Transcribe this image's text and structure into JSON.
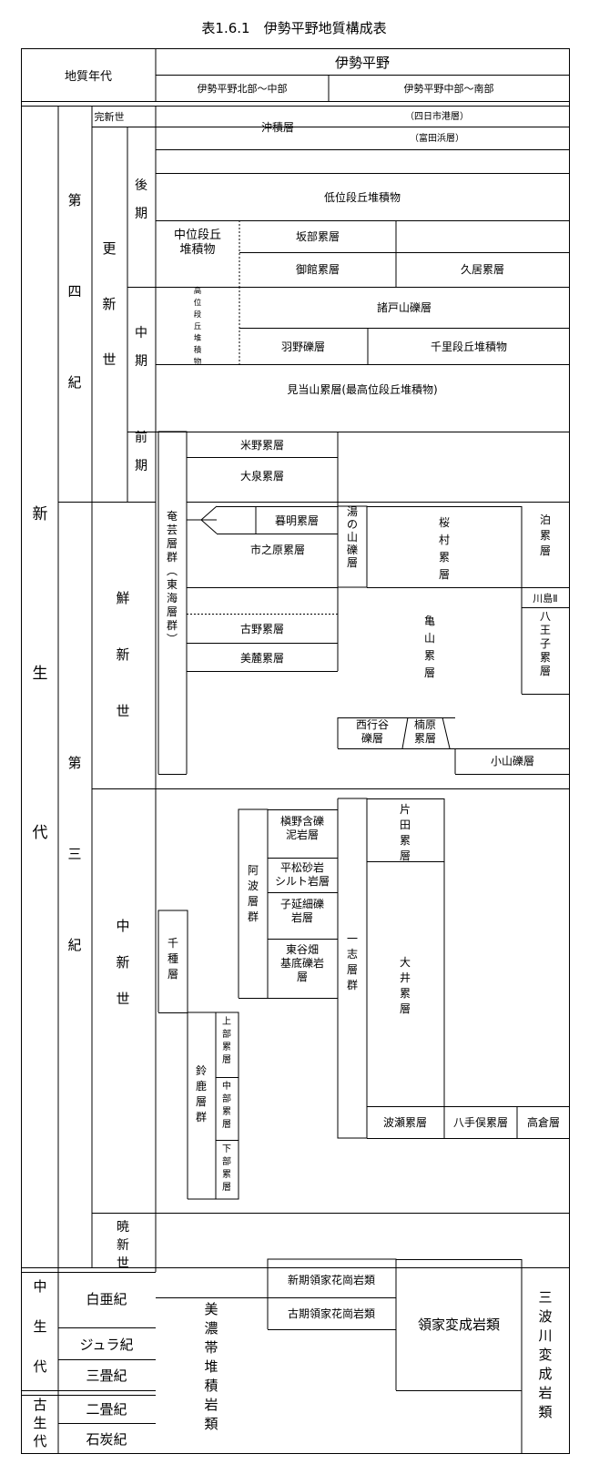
{
  "title": "表1.6.1　伊勢平野地質構成表",
  "header": {
    "era_column": "地質年代",
    "region": "伊勢平野",
    "sub_north": "伊勢平野北部～中部",
    "sub_south": "伊勢平野中部～南部"
  },
  "eras": {
    "cenozoic": "新生代",
    "mesozoic": "中生代",
    "paleozoic": "古生代"
  },
  "periods": {
    "quaternary": "第四紀",
    "tertiary": "第三紀",
    "cretaceous": "白亜紀",
    "jurassic": "ジュラ紀",
    "triassic": "三畳紀",
    "permian": "二畳紀",
    "carboniferous": "石炭紀"
  },
  "epochs": {
    "holocene": "完新世",
    "pleistocene": "更新世",
    "pliocene": "鮮新世",
    "miocene": "中新世",
    "oligocene": "暁新世"
  },
  "stages": {
    "late": "後期",
    "middle": "中期",
    "early": "前期"
  },
  "formations": {
    "alluvium": "沖積層",
    "yokkaichi_port": "（四日市港層）",
    "tomidahama": "（富田浜層）",
    "low_terrace": "低位段丘堆積物",
    "mid_terrace": "中位段丘堆積物",
    "sakabe": "坂部累層",
    "mitachi": "御館累層",
    "kuisu": "久居累層",
    "high_terrace": "高位段丘堆積物",
    "morodoyama": "諸戸山礫層",
    "hano": "羽野礫層",
    "chisato_terrace": "千里段丘堆積物",
    "mitoyama": "見当山累層(最高位段丘堆積物)",
    "yoneno": "米野累層",
    "oizumi": "大泉累層",
    "kuremyo": "暮明累層",
    "ichinohara": "市之原累層",
    "yunoyama": "湯の山礫層",
    "sakuramura": "桜村累層",
    "tomari": "泊累層",
    "kawashima": "川島Ⅱ",
    "hachioji": "八王子累層",
    "ogi_group": "奄芸層群（東海層群）",
    "furuno": "古野累層",
    "biroku": "美麓累層",
    "kameyama": "亀山累層",
    "saigyodani": "西行谷礫層",
    "kusuhara": "楠原累層",
    "koyama": "小山礫層",
    "katada": "片田累層",
    "makino": "槇野含礫泥岩層",
    "hiramatsu": "平松砂岩シルト岩層",
    "konobe": "子延細礫岩層",
    "higashitanibata": "東谷畑基底礫岩層",
    "awa_group": "阿波層群",
    "chigusa": "千種層",
    "ichishi_group": "一志層群",
    "oi": "大井累層",
    "haze": "波瀬累層",
    "hattegamata": "八手俣累層",
    "takakura": "高倉層",
    "suzuka_group": "鈴鹿層群",
    "suzuka_upper": "上部累層",
    "suzuka_middle": "中部累層",
    "suzuka_lower": "下部累層",
    "new_ryoke_granite": "新期領家花崗岩類",
    "old_ryoke_granite": "古期領家花崗岩類",
    "ryoke_metamorphic": "領家変成岩類",
    "mino_belt": "美濃帯堆積岩類",
    "sanbagawa": "三波川変成岩類"
  }
}
